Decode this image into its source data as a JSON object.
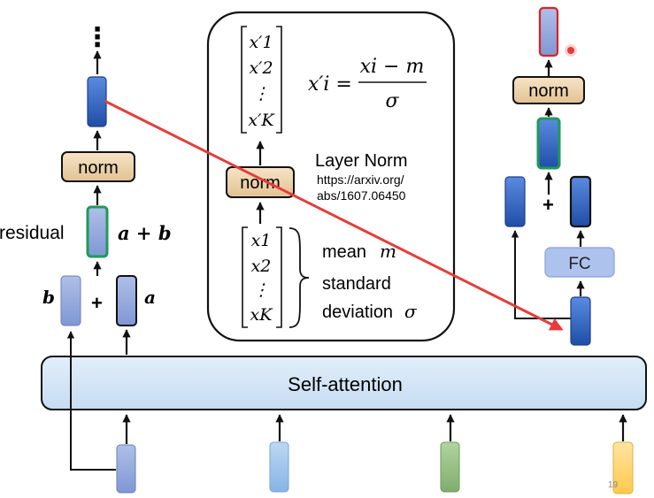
{
  "left": {
    "ellipsis": "⋮",
    "norm": "norm",
    "residual": "residual",
    "sum_label": "a + b",
    "b": "b",
    "a": "a",
    "plus": "+"
  },
  "center": {
    "vec_out": [
      "x′1",
      "x′2",
      "⋮",
      "x′K"
    ],
    "formula_lhs": "x′i =",
    "formula_num": "xi − m",
    "formula_den": "σ",
    "norm": "norm",
    "layer_norm": "Layer Norm",
    "url_line1": "https://arxiv.org/",
    "url_line2": "abs/1607.06450",
    "vec_in": [
      "x1",
      "x2",
      "⋮",
      "xK"
    ],
    "mean_label": "mean",
    "mean_symbol": "m",
    "std_line1": "standard",
    "std_line2": "deviation",
    "std_symbol": "σ"
  },
  "right": {
    "norm": "norm",
    "plus": "+",
    "fc": "FC"
  },
  "self_attention": "Self-attention",
  "page_number": "19",
  "colors": {
    "dark_blue": "#2e5fb8",
    "mid_blue": "#8ea5dc",
    "light_blue": "#9cc2ea",
    "green": "#95bd83",
    "yellow": "#ffd56e",
    "norm_fill": "#ecd3ab",
    "fc_fill": "#aec2ee",
    "attention_fill": "#d2e4f6",
    "red_arrow": "#e83a3a"
  }
}
